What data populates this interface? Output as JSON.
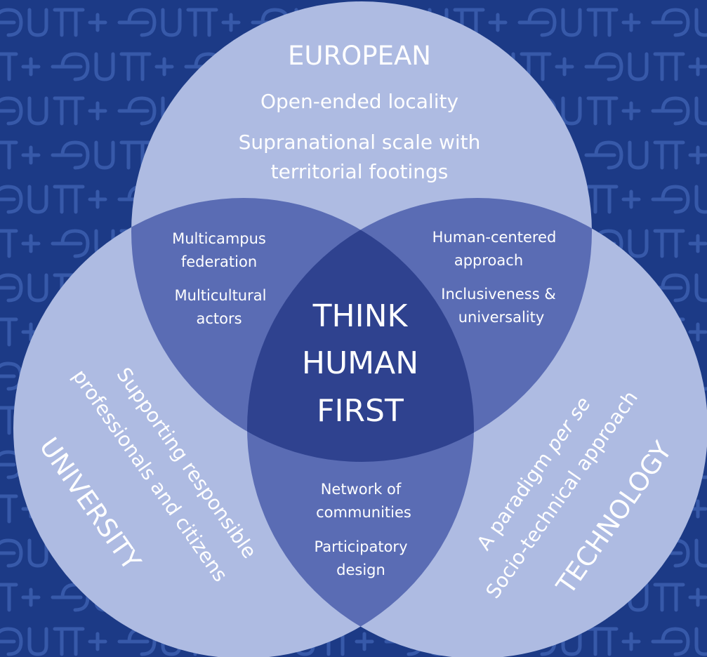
{
  "background": {
    "color": "#1c3a86",
    "pattern_color": "#4f73c6"
  },
  "colors": {
    "circle_fill": "#aebbe2",
    "pair_overlap_fill": "#5a6cb4",
    "center_overlap_fill": "#2f428f",
    "text": "#ffffff"
  },
  "center": {
    "line1": "THINK",
    "line2": "HUMAN",
    "line3": "FIRST"
  },
  "european": {
    "title": "EUROPEAN",
    "item1": "Open-ended locality",
    "item2_line1": "Supranational scale with",
    "item2_line2": "territorial footings"
  },
  "university": {
    "title": "UNIVERSITY",
    "line1": "Supporting responsible",
    "line2": "professionals and citizens"
  },
  "technology": {
    "title": "TECHNOLOGY",
    "line1_prefix": "A paradigm ",
    "line1_italic": "per se",
    "line2": "Socio-technical approach"
  },
  "overlap_eu_univ": {
    "item1_line1": "Multicampus",
    "item1_line2": "federation",
    "item2_line1": "Multicultural",
    "item2_line2": "actors"
  },
  "overlap_eu_tech": {
    "item1_line1": "Human-centered",
    "item1_line2": "approach",
    "item2_line1": "Inclusiveness &",
    "item2_line2": "universality"
  },
  "overlap_univ_tech": {
    "item1_line1": "Network of",
    "item1_line2": "communities",
    "item2_line1": "Participatory",
    "item2_line2": "design"
  }
}
